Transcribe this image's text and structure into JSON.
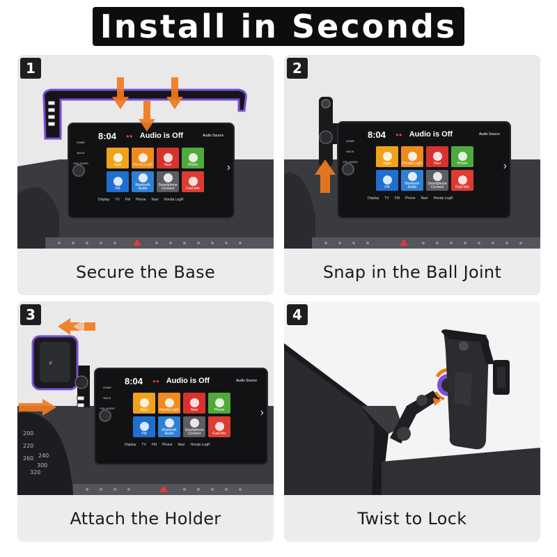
{
  "title": "Install in Seconds",
  "steps": [
    {
      "number": "1",
      "caption": "Secure the Base"
    },
    {
      "number": "2",
      "caption": "Snap in the Ball Joint"
    },
    {
      "number": "3",
      "caption": "Attach the Holder"
    },
    {
      "number": "4",
      "caption": "Twist to Lock"
    }
  ],
  "screen": {
    "clock": "8:04",
    "audio_status": "Audio is Off",
    "audio_source": "Audio Source",
    "home": "HOME",
    "back": "BACK",
    "vol": "VOL AUDIO",
    "apps": [
      {
        "label": "Apps",
        "color": "#f0a21a"
      },
      {
        "label": "Honda LogR",
        "color": "#f08a1c"
      },
      {
        "label": "Navi",
        "color": "#d8322d"
      },
      {
        "label": "Phone",
        "color": "#4faa3b"
      },
      {
        "label": "FM",
        "color": "#1f6fd1"
      },
      {
        "label": "Bluetooth Audio",
        "color": "#2f7fd6"
      },
      {
        "label": "Smartphone Connect",
        "color": "#5b5d63"
      },
      {
        "label": "Fuel Info",
        "color": "#de3b33"
      }
    ],
    "bottom_bar": [
      "Display",
      "TV",
      "FM",
      "Phone",
      "Navi",
      "Honda LogR"
    ]
  },
  "speedo_ticks": [
    "200",
    "220",
    "240",
    "260",
    "300",
    "320"
  ],
  "colors": {
    "accent_orange": "#f07a1e",
    "mount_purple": "#7a4fd6",
    "dash": "#3a3b3f"
  }
}
